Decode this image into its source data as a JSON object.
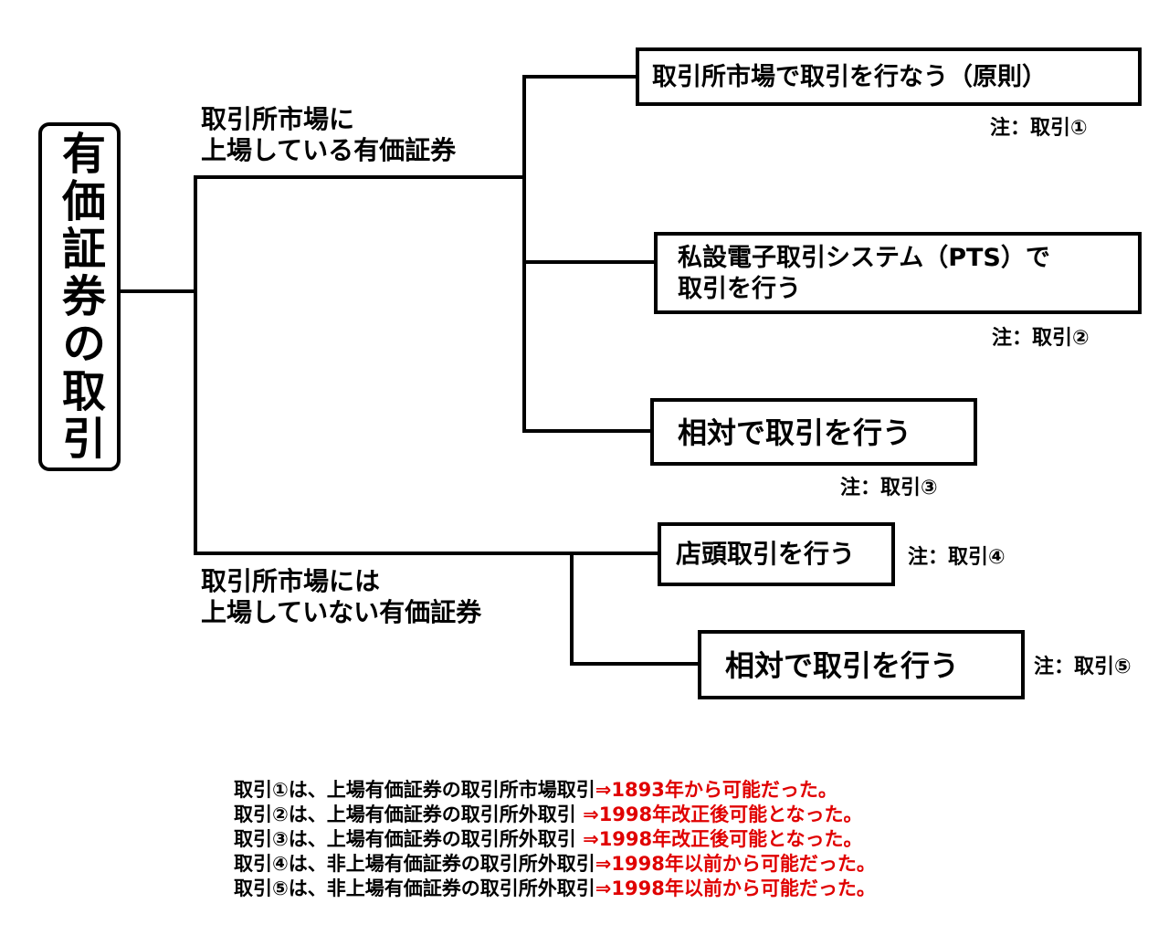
{
  "root": {
    "label": "有価証券の取引"
  },
  "branches": {
    "listed": {
      "line1": "取引所市場に",
      "line2": "上場している有価証券"
    },
    "unlisted": {
      "line1": "取引所市場には",
      "line2": "上場していない有価証券"
    }
  },
  "nodes": [
    {
      "label": "取引所市場で取引を行なう（原則）",
      "note": "注：取引①"
    },
    {
      "line1": "私設電子取引システム（PTS）で",
      "line2": "取引を行う",
      "note": "注：取引②"
    },
    {
      "label": "相対で取引を行う",
      "note": "注：取引③"
    },
    {
      "label": "店頭取引を行う",
      "note": "注：取引④"
    },
    {
      "label": "相対で取引を行う",
      "note": "注：取引⑤"
    }
  ],
  "legend": [
    {
      "black": "取引①は、上場有価証券の取引所市場取引",
      "red": "⇒1893年から可能だった。"
    },
    {
      "black": "取引②は、上場有価証券の取引所外取引 ",
      "red": "⇒1998年改正後可能となった。"
    },
    {
      "black": "取引③は、上場有価証券の取引所外取引 ",
      "red": "⇒1998年改正後可能となった。"
    },
    {
      "black": "取引④は、非上場有価証券の取引所外取引",
      "red": "⇒1998年以前から可能だった。"
    },
    {
      "black": "取引⑤は、非上場有価証券の取引所外取引",
      "red": "⇒1998年以前から可能だった。"
    }
  ],
  "colors": {
    "line": "#000000",
    "highlight": "#e00000"
  }
}
